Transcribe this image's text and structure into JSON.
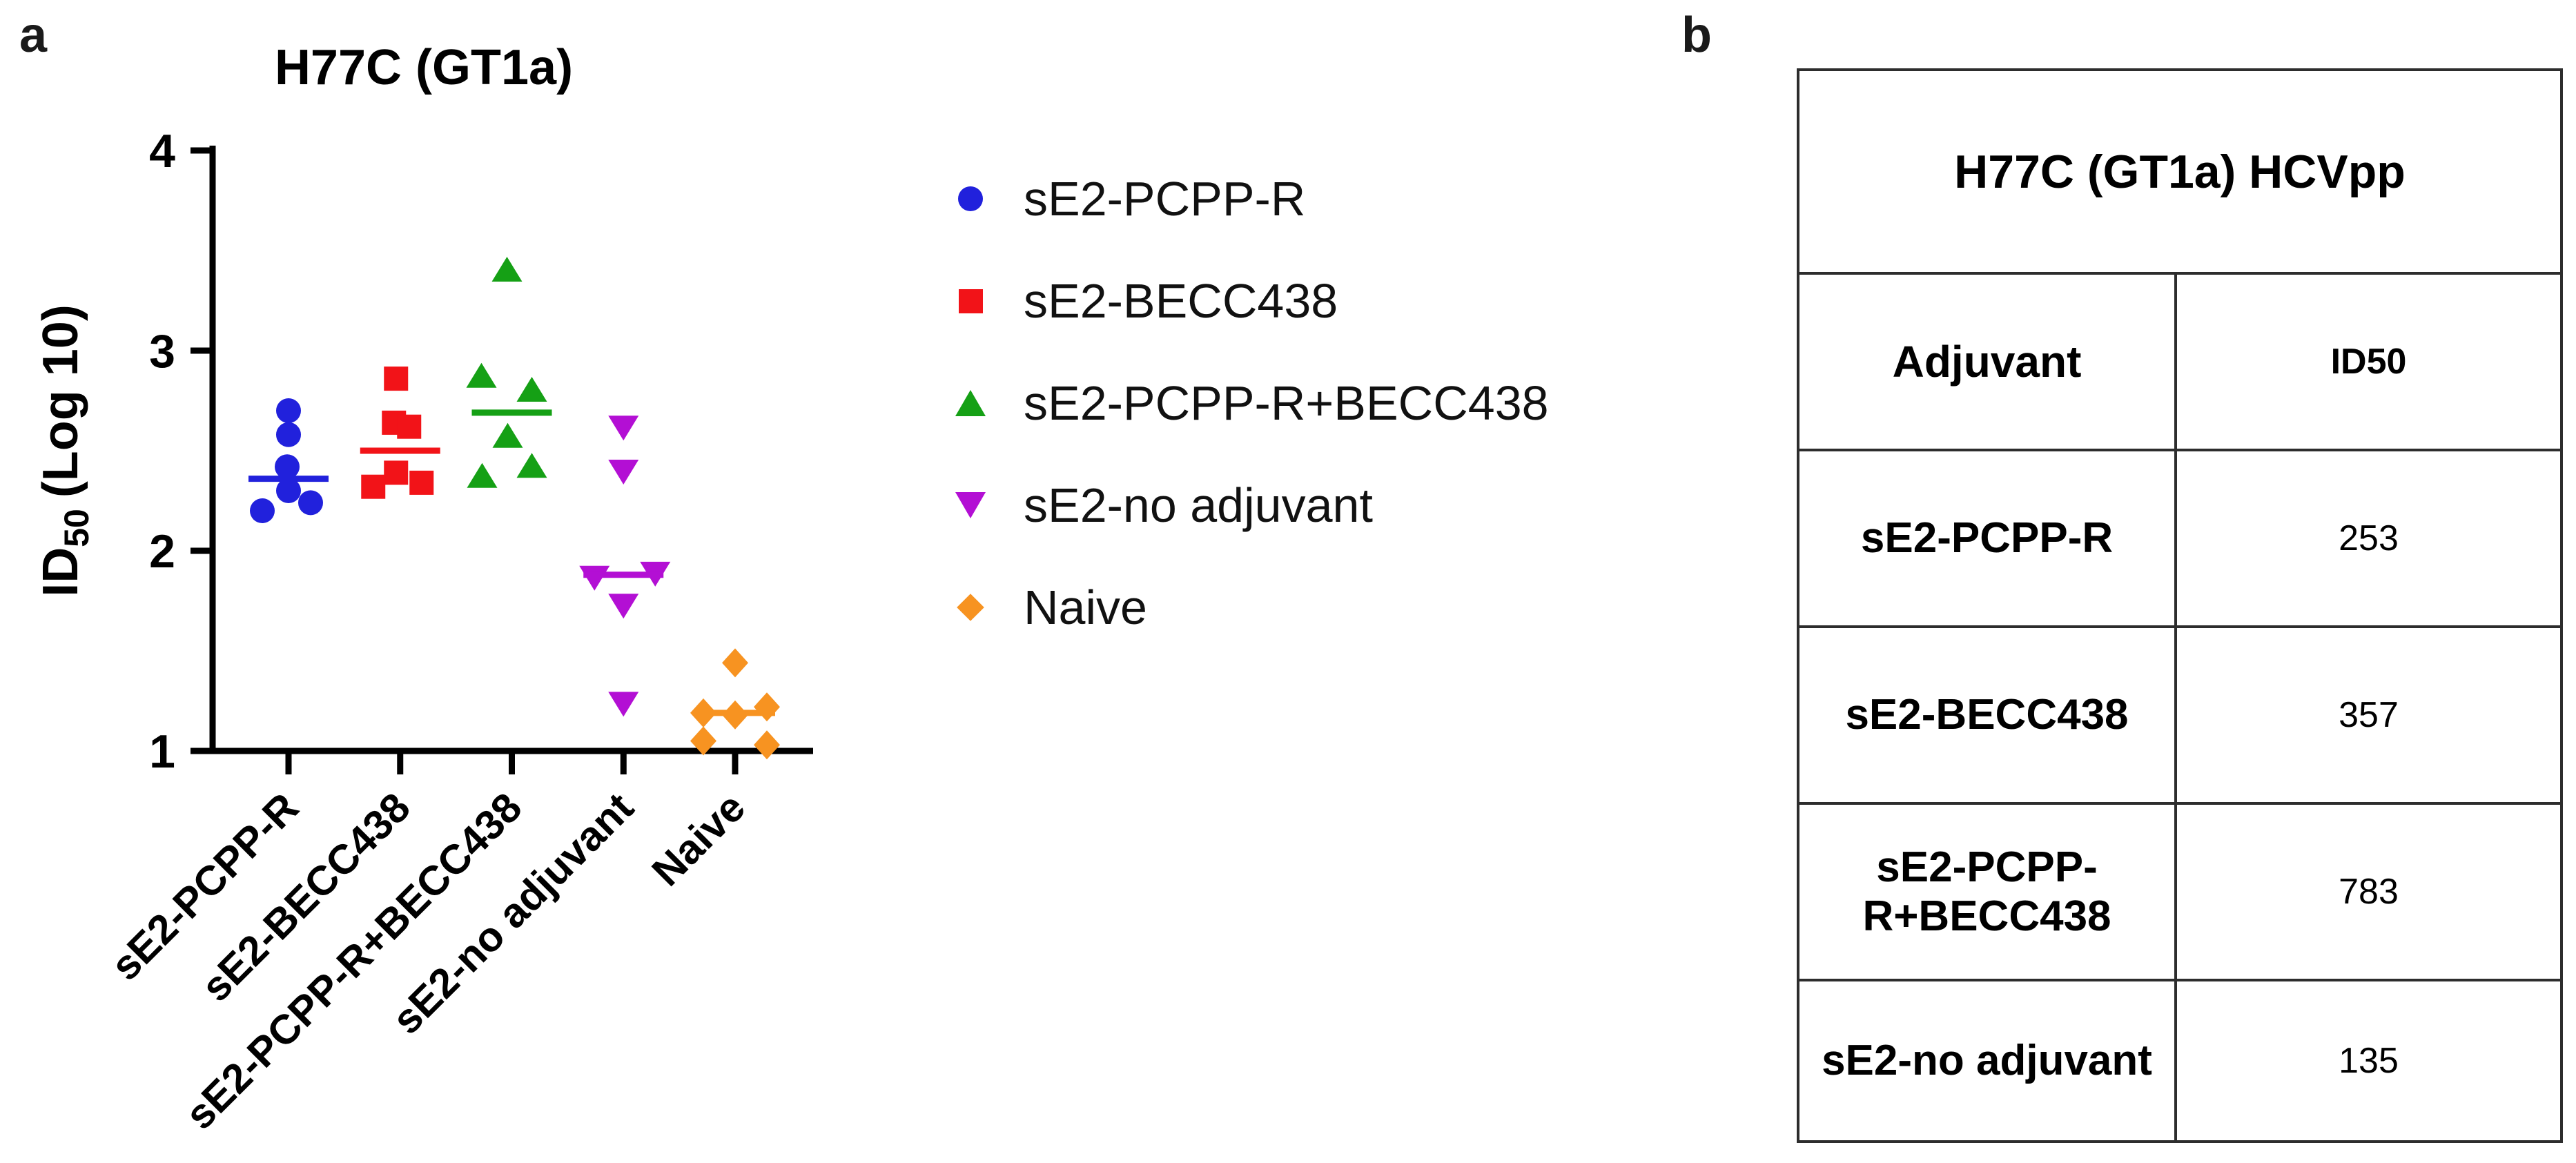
{
  "figure": {
    "panel_a_label": "a",
    "panel_b_label": "b"
  },
  "chart_data": {
    "type": "scatter",
    "title": "H77C (GT1a)",
    "ylabel": "ID50 (Log 10)",
    "ylabel_parts": {
      "base": "ID",
      "sub": "50",
      "rest": "(Log 10)"
    },
    "xlabel": "",
    "ylim": [
      1,
      4
    ],
    "yticks": [
      4,
      3,
      2,
      1
    ],
    "grid": false,
    "legend_position": "right",
    "categories": [
      "sE2-PCPP-R",
      "sE2-BECC438",
      "sE2-PCPP-R+BECC438",
      "sE2-no adjuvant",
      "Naive"
    ],
    "series": [
      {
        "name": "sE2-PCPP-R",
        "marker": "circle",
        "color": "#2121DC",
        "values": [
          2.7,
          2.58,
          2.42,
          2.3,
          2.24,
          2.2
        ],
        "jitter": [
          0,
          0,
          -2,
          0,
          32,
          -38
        ],
        "median": 2.36
      },
      {
        "name": "sE2-BECC438",
        "marker": "square",
        "color": "#F21318",
        "values": [
          2.86,
          2.64,
          2.62,
          2.39,
          2.34,
          2.32
        ],
        "jitter": [
          -6,
          -9,
          13,
          -6,
          31,
          -39
        ],
        "median": 2.5
      },
      {
        "name": "sE2-PCPP-R+BECC438",
        "marker": "triangle-up",
        "color": "#15A015",
        "values": [
          3.4,
          2.87,
          2.8,
          2.57,
          2.42,
          2.37
        ],
        "jitter": [
          -7,
          -44,
          29,
          -6,
          29,
          -43
        ],
        "median": 2.69
      },
      {
        "name": "sE2-no adjuvant",
        "marker": "triangle-down",
        "color": "#B30FD4",
        "values": [
          2.62,
          2.4,
          1.89,
          1.87,
          1.73,
          1.24
        ],
        "jitter": [
          0,
          0,
          46,
          -42,
          0,
          0
        ],
        "median": 1.88
      },
      {
        "name": "Naive",
        "marker": "diamond",
        "color": "#F79321",
        "values": [
          1.44,
          1.22,
          1.19,
          1.18,
          1.05,
          1.03
        ],
        "jitter": [
          0,
          46,
          -46,
          0,
          -46,
          46
        ],
        "median": 1.19
      }
    ]
  },
  "table": {
    "title": "H77C (GT1a) HCVpp",
    "columns": [
      "Adjuvant",
      "ID50"
    ],
    "rows": [
      {
        "adjuvant": "sE2-PCPP-R",
        "id50": "253"
      },
      {
        "adjuvant": "sE2-BECC438",
        "id50": "357"
      },
      {
        "adjuvant": "sE2-PCPP-R+BECC438",
        "id50": "783"
      },
      {
        "adjuvant": "sE2-no adjuvant",
        "id50": "135"
      }
    ]
  }
}
